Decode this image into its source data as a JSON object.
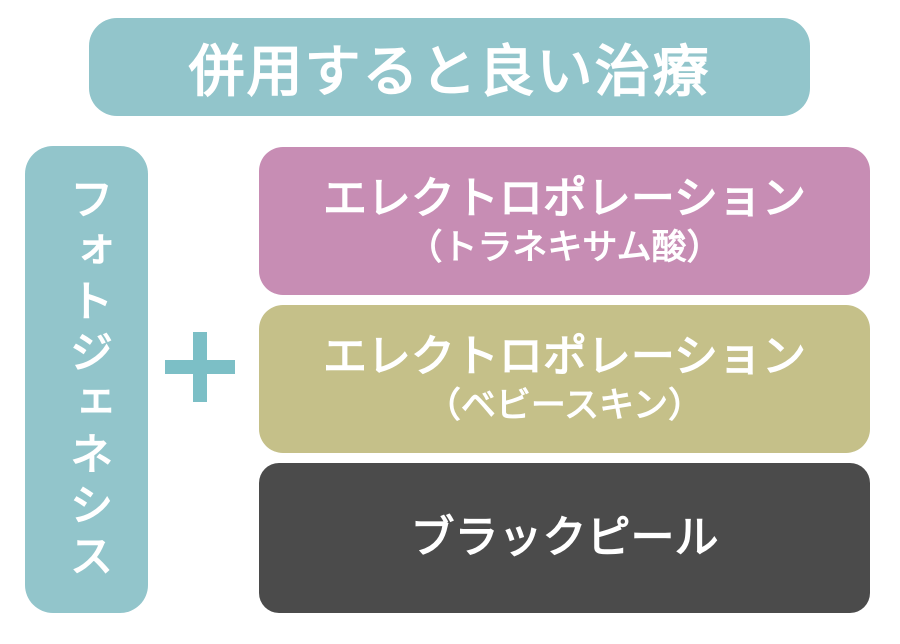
{
  "title": "併用すると良い治療",
  "base_treatment": {
    "label": "フォトジェネシス"
  },
  "plus_icon": {
    "symbol": "+"
  },
  "combined_treatments": [
    {
      "name": "エレクトロポレーション",
      "detail": "（トラネキサム酸）",
      "color": "#c78db4"
    },
    {
      "name": "エレクトロポレーション",
      "detail": "（ベビースキン）",
      "color": "#c5c089"
    },
    {
      "name": "ブラックピール",
      "detail": "",
      "color": "#4b4b4b"
    }
  ],
  "colors": {
    "teal_box": "#92c5cb",
    "plus": "#7cbfc6",
    "pink_box": "#c78db4",
    "khaki_box": "#c5c089",
    "dark_box": "#4b4b4b",
    "text_on_box": "#ffffff",
    "background": "#ffffff"
  }
}
